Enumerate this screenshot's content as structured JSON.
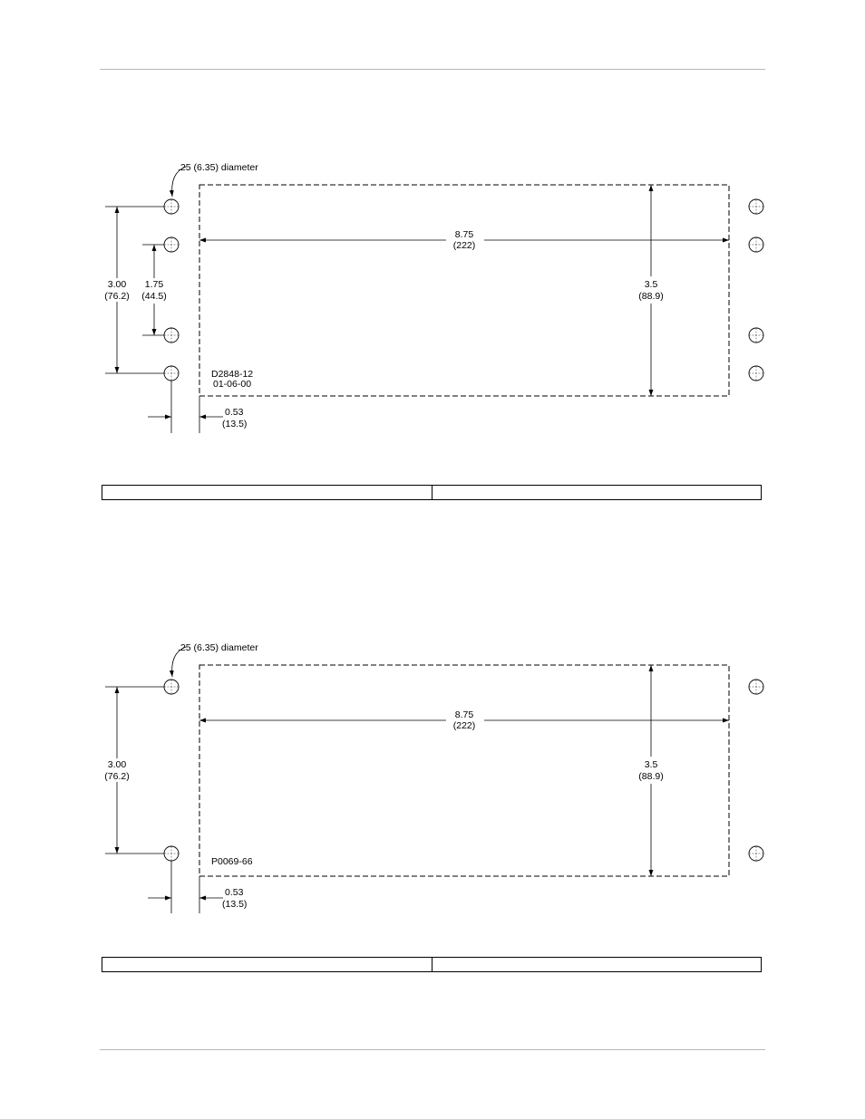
{
  "drawing_1": {
    "hole_callout": ".25 (6.35) diameter",
    "width_in": "8.75",
    "width_mm": "(222)",
    "height_in": "3.5",
    "height_mm": "(88.9)",
    "outer_spacing_in": "3.00",
    "outer_spacing_mm": "(76.2)",
    "inner_spacing_in": "1.75",
    "inner_spacing_mm": "(44.5)",
    "offset_in": "0.53",
    "offset_mm": "(13.5)",
    "drawing_number": "D2848-12",
    "drawing_date": "01-06-00"
  },
  "drawing_2": {
    "hole_callout": ".25 (6.35) diameter",
    "width_in": "8.75",
    "width_mm": "(222)",
    "height_in": "3.5",
    "height_mm": "(88.9)",
    "outer_spacing_in": "3.00",
    "outer_spacing_mm": "(76.2)",
    "offset_in": "0.53",
    "offset_mm": "(13.5)",
    "drawing_number": "P0069-66"
  }
}
